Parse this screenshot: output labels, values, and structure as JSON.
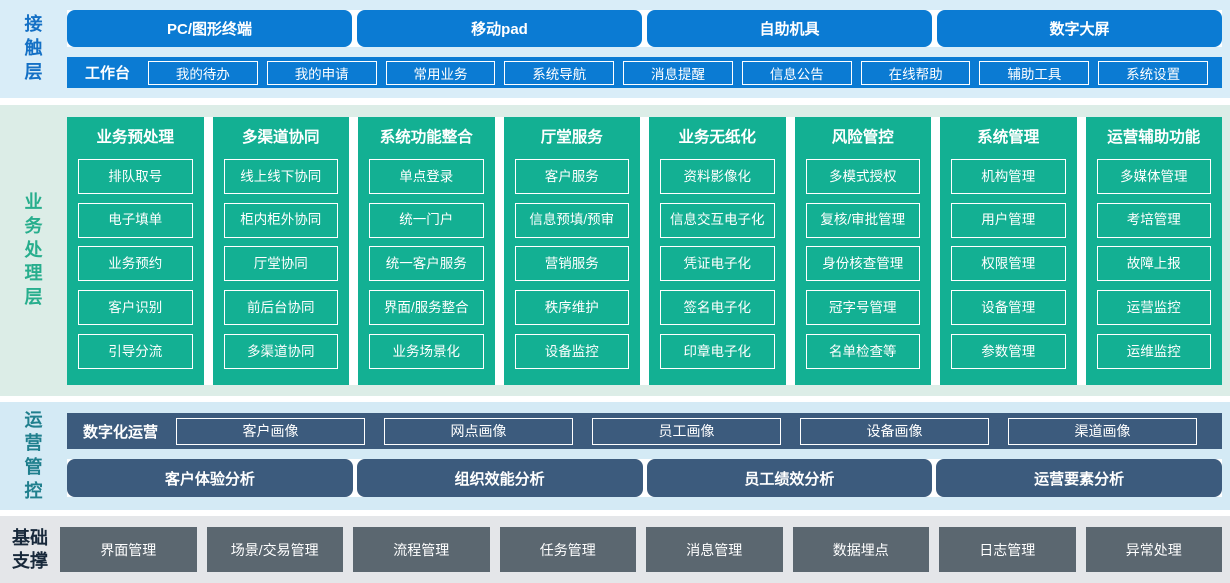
{
  "colors": {
    "accent_blue": "#0b7bd3",
    "accent_teal": "#13b093",
    "accent_slate": "#3c5b7d",
    "accent_gray": "#5b6770",
    "bg_contact": "#d9edf8",
    "bg_business": "#dcede7",
    "bg_operation": "#d4eaf5",
    "bg_foundation": "#e4e6e9"
  },
  "layers": {
    "contact": {
      "label": "接触层",
      "terminals": [
        "PC/图形终端",
        "移动pad",
        "自助机具",
        "数字大屏"
      ],
      "workbench": {
        "label": "工作台",
        "items": [
          "我的待办",
          "我的申请",
          "常用业务",
          "系统导航",
          "消息提醒",
          "信息公告",
          "在线帮助",
          "辅助工具",
          "系统设置"
        ]
      }
    },
    "business": {
      "label": "业务处理层",
      "columns": [
        {
          "title": "业务预处理",
          "items": [
            "排队取号",
            "电子填单",
            "业务预约",
            "客户识别",
            "引导分流"
          ]
        },
        {
          "title": "多渠道协同",
          "items": [
            "线上线下协同",
            "柜内柜外协同",
            "厅堂协同",
            "前后台协同",
            "多渠道协同"
          ]
        },
        {
          "title": "系统功能整合",
          "items": [
            "单点登录",
            "统一门户",
            "统一客户服务",
            "界面/服务整合",
            "业务场景化"
          ]
        },
        {
          "title": "厅堂服务",
          "items": [
            "客户服务",
            "信息预填/预审",
            "营销服务",
            "秩序维护",
            "设备监控"
          ]
        },
        {
          "title": "业务无纸化",
          "items": [
            "资料影像化",
            "信息交互电子化",
            "凭证电子化",
            "签名电子化",
            "印章电子化"
          ]
        },
        {
          "title": "风险管控",
          "items": [
            "多模式授权",
            "复核/审批管理",
            "身份核查管理",
            "冠字号管理",
            "名单检查等"
          ]
        },
        {
          "title": "系统管理",
          "items": [
            "机构管理",
            "用户管理",
            "权限管理",
            "设备管理",
            "参数管理"
          ]
        },
        {
          "title": "运营辅助功能",
          "items": [
            "多媒体管理",
            "考培管理",
            "故障上报",
            "运营监控",
            "运维监控"
          ]
        }
      ]
    },
    "operation": {
      "label": "运营管控",
      "digital": {
        "label": "数字化运营",
        "items": [
          "客户画像",
          "网点画像",
          "员工画像",
          "设备画像",
          "渠道画像"
        ]
      },
      "analysis": [
        "客户体验分析",
        "组织效能分析",
        "员工绩效分析",
        "运营要素分析"
      ]
    },
    "foundation": {
      "label": "基础支撑",
      "items": [
        "界面管理",
        "场景/交易管理",
        "流程管理",
        "任务管理",
        "消息管理",
        "数据埋点",
        "日志管理",
        "异常处理"
      ]
    }
  }
}
